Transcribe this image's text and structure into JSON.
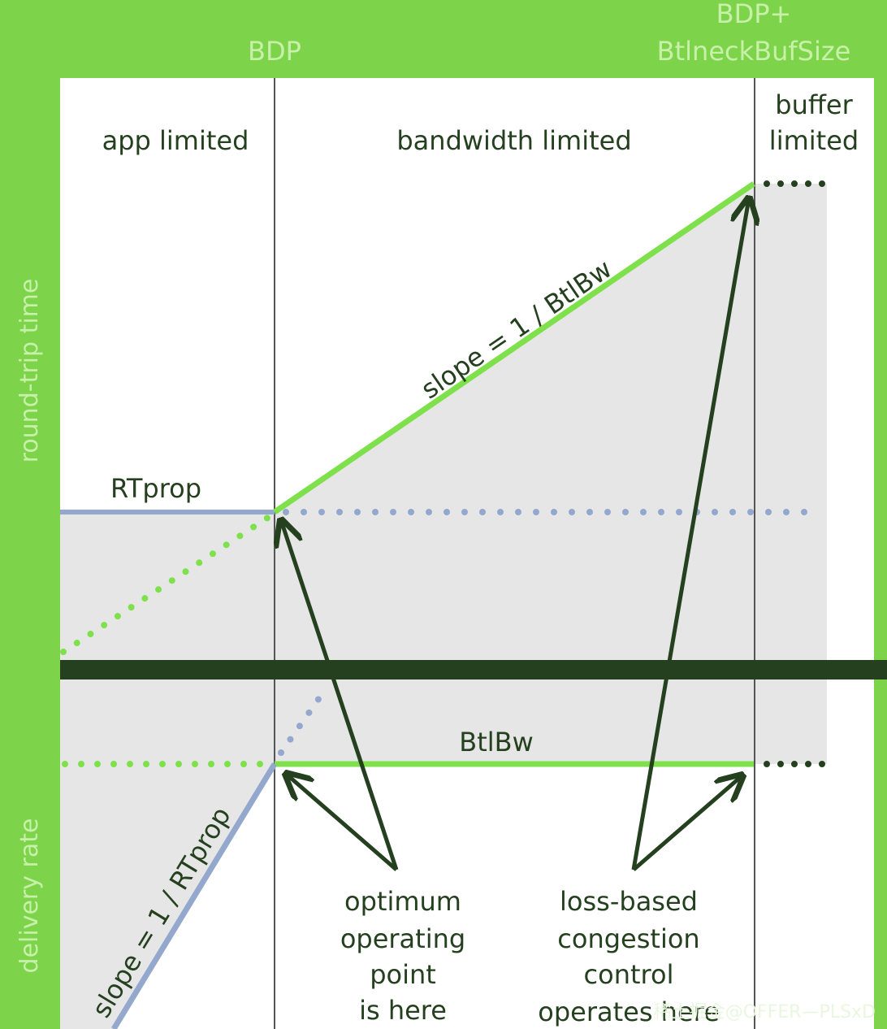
{
  "colors": {
    "background_green": "#7dd44a",
    "line_green": "#7ee04a",
    "line_blue": "#93a8cc",
    "dark": "#24401f",
    "shade": "#e6e6e6",
    "axis_label": "#c7f0a8"
  },
  "top_labels": {
    "bdp": "BDP",
    "bdp_plus_line1": "BDP+",
    "bdp_plus_line2": "BtlneckBufSize"
  },
  "regions": {
    "app": "app limited",
    "bandwidth": "bandwidth limited",
    "buffer_line1": "buffer",
    "buffer_line2": "limited"
  },
  "axes": {
    "top_y": "round-trip time",
    "bottom_y": "delivery rate"
  },
  "lines": {
    "rtprop": "RTprop",
    "btlbw": "BtlBw",
    "slope_top": "slope = 1 / BtlBw",
    "slope_bottom": "slope = 1 / RTprop"
  },
  "annotations": {
    "optimum": [
      "optimum",
      "operating",
      "point",
      "is here"
    ],
    "lossbased": [
      "loss-based",
      "congestion",
      "control",
      "operates here"
    ]
  },
  "watermark": "稀土掘金@OFFER—PLSxD"
}
